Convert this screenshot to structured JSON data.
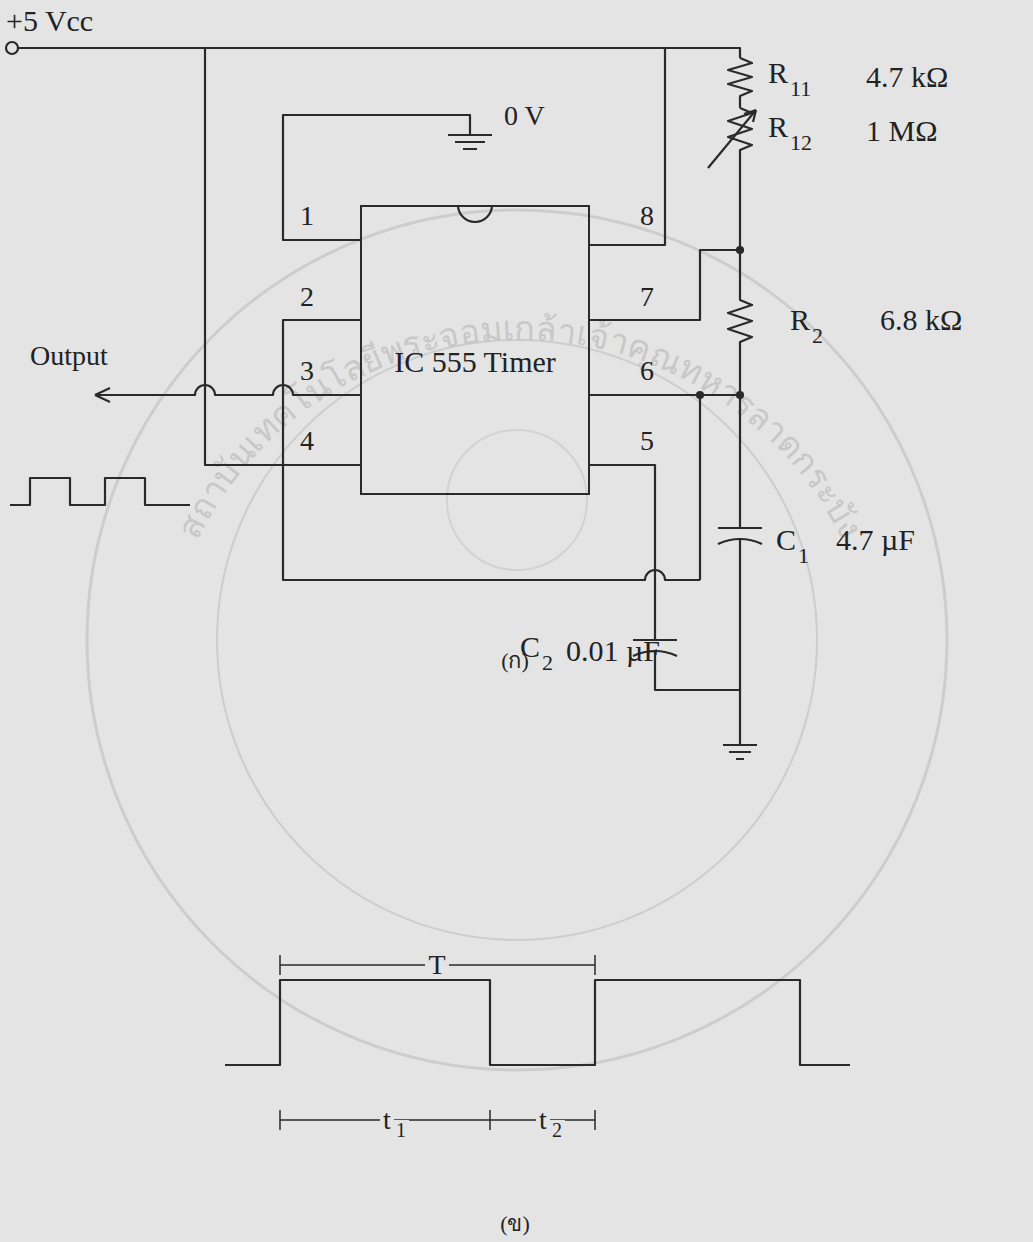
{
  "diagram": {
    "nodes": [
      {
        "text": [
          "IC 555 Timer"
        ]
      }
    ],
    "labels": [
      "+5 Vcc",
      "0 V",
      "1",
      "2",
      "3",
      "4",
      "8",
      "7",
      "6",
      "5",
      "Output",
      "R",
      "11",
      "4.7 kΩ",
      "R",
      "12",
      "1 MΩ",
      "R",
      "2",
      "6.8 kΩ",
      "C",
      "1",
      "4.7 µF",
      "C",
      "2",
      "0.01 µF",
      "(ก)",
      "T",
      "t",
      "1",
      "t",
      "2",
      "(ข)",
      "สถาบันเทคโนโลยีพระจอมเกล้าเจ้าคุณทหารลาดกระบัง"
    ]
  }
}
